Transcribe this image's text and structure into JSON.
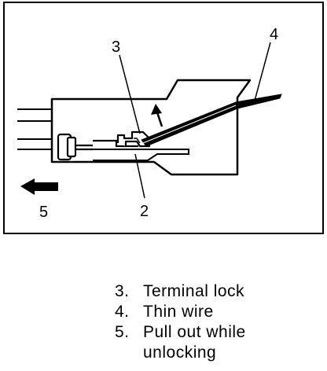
{
  "callouts": {
    "terminal_lock_num": "3",
    "thin_wire_num": "4",
    "pull_direction_num": "5",
    "part_2_num": "2"
  },
  "legend": {
    "items": [
      {
        "num": "3.",
        "text": "Terminal lock"
      },
      {
        "num": "4.",
        "text": "Thin wire"
      },
      {
        "num": "5.",
        "text": "Pull out while"
      }
    ],
    "continuation": "unlocking"
  },
  "colors": {
    "ink": "#000000",
    "paper": "#ffffff"
  }
}
